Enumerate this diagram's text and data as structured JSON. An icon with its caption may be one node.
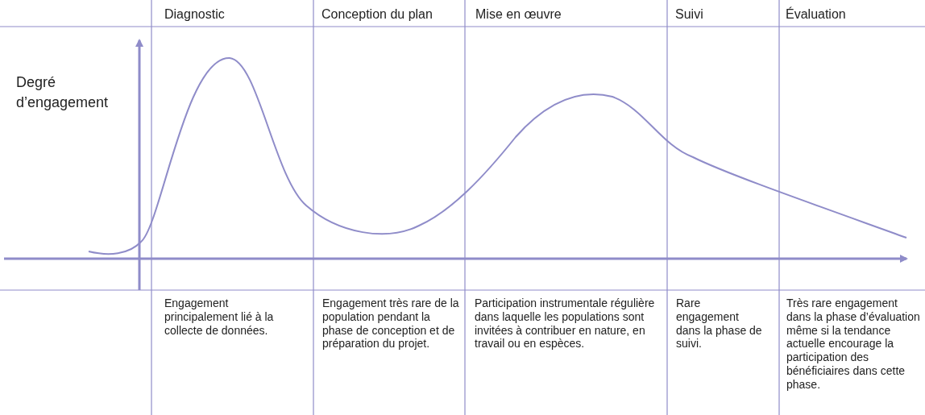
{
  "diagram": {
    "labels": [
      "Diagnostic",
      "Conception du plan",
      "Mise en œuvre",
      "Suivi",
      "Évaluation",
      "Degré d’engagement",
      "Engagement principalement lié à la collecte de données.",
      "Engagement très rare de la population pendant la phase de conception et de préparation du projet.",
      "Participation instrumentale régulière dans laquelle les populations sont invitées à contribuer en nature, en travail ou en espèces.",
      "Rare engagement dans la phase de suivi.",
      "Très rare engagement dans la phase d’évaluation même si la tendance actuelle encourage la participation des bénéficiaires dans cette phase."
    ]
  }
}
